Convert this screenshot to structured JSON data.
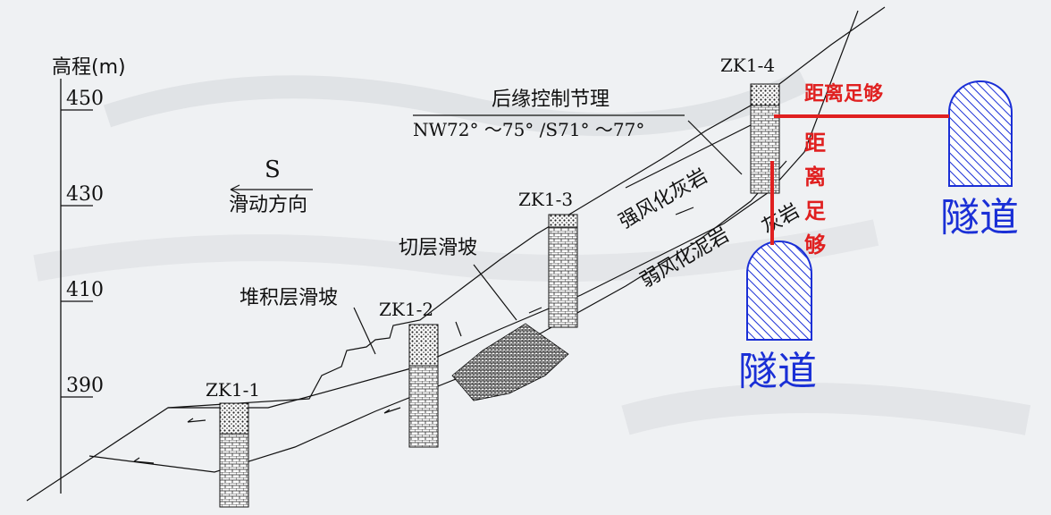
{
  "axis": {
    "title": "高程(m)",
    "ticks": [
      "450",
      "430",
      "410",
      "390"
    ]
  },
  "labels": {
    "direction_letter": "S",
    "direction_text": "滑动方向",
    "rear_joint_title": "后缘控制节理",
    "rear_joint_orientation": "NW72° ～75° /S71° ～77°",
    "strong_weathered": "强风化灰岩",
    "weak_weathered_1": "弱风化泥岩",
    "weak_weathered_2": "灰岩",
    "cut_layer": "切层滑坡",
    "accumulation": "堆积层滑坡"
  },
  "boreholes": [
    "ZK1-1",
    "ZK1-2",
    "ZK1-3",
    "ZK1-4"
  ],
  "annotation": {
    "horizontal": "距离足够",
    "vertical": [
      "距",
      "离",
      "足",
      "够"
    ]
  },
  "tunnels": [
    "隧道",
    "隧道"
  ],
  "colors": {
    "line": "#111111",
    "annotation_red": "#e02020",
    "tunnel_blue": "#1a2fd6"
  }
}
